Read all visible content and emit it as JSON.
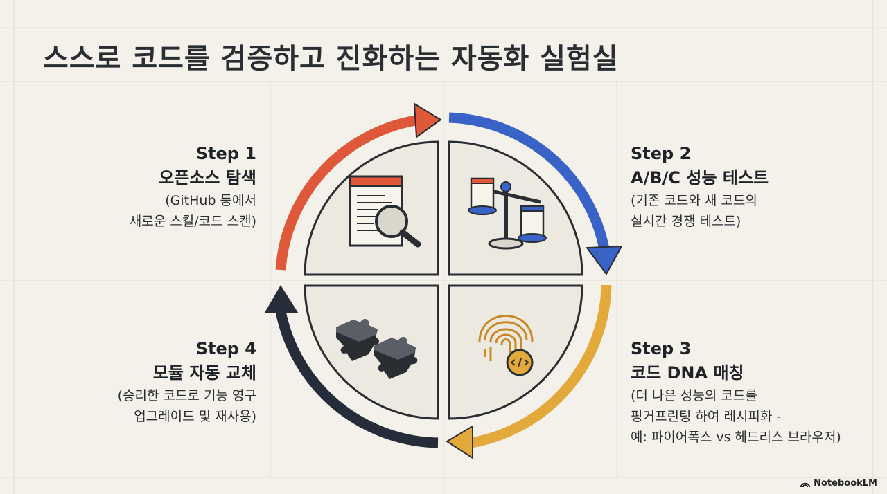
{
  "title": "스스로 코드를 검증하고 진화하는 자동화 실험실",
  "steps": [
    {
      "num": "Step 1",
      "name": "오픈소스 탐색",
      "desc": [
        "(GitHub 등에서",
        "새로운 스킬/코드 스캔)"
      ],
      "icon": "magnifier-document-icon",
      "arrow_color": "#e0583a"
    },
    {
      "num": "Step 2",
      "name": "A/B/C 성능 테스트",
      "desc": [
        "(기존 코드와 새 코드의",
        "실시간 경쟁 테스트)"
      ],
      "icon": "balance-scale-icon",
      "arrow_color": "#3a63c8"
    },
    {
      "num": "Step 3",
      "name": "코드 DNA 매칭",
      "desc": [
        "(더 나은 성능의 코드를",
        "핑거프린팅 하여 레시피화 -",
        "예: 파이어폭스 vs 헤드리스 브라우저)"
      ],
      "icon": "fingerprint-code-icon",
      "arrow_color": "#e3a93b"
    },
    {
      "num": "Step 4",
      "name": "모듈 자동 교체",
      "desc": [
        "(승리한 코드로 기능 영구",
        "업그레이드 및 재사용)"
      ],
      "icon": "puzzle-pieces-icon",
      "arrow_color": "#262d3a"
    }
  ],
  "branding": {
    "label": "NotebookLM",
    "icon": "notebooklm-logo-icon"
  }
}
